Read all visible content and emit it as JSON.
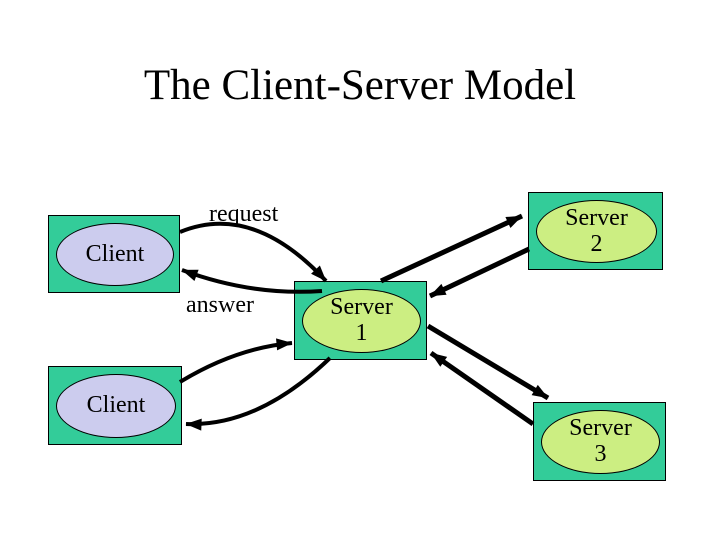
{
  "slide": {
    "title": "The Client-Server Model",
    "edge_labels": {
      "request": "request",
      "answer": "answer"
    },
    "nodes": {
      "client1": {
        "label": "Client"
      },
      "client2": {
        "label": "Client"
      },
      "server1": {
        "name": "Server",
        "number": "1"
      },
      "server2": {
        "name": "Server",
        "number": "2"
      },
      "server3": {
        "name": "Server",
        "number": "3"
      }
    },
    "edges": [
      {
        "from": "client1",
        "to": "server1"
      },
      {
        "from": "server1",
        "to": "client1"
      },
      {
        "from": "client2",
        "to": "server1"
      },
      {
        "from": "server1",
        "to": "client2"
      },
      {
        "from": "server1",
        "to": "server2"
      },
      {
        "from": "server2",
        "to": "server1"
      },
      {
        "from": "server1",
        "to": "server3"
      },
      {
        "from": "server3",
        "to": "server1"
      }
    ],
    "colors": {
      "background": "#FFFFFF",
      "box_fill": "#33CC99",
      "box_border": "#000000",
      "client_ellipse_fill": "#CCCCEE",
      "server_ellipse_fill": "#CCEE82",
      "arrow": "#000000",
      "text": "#000000",
      "title_text": "#000000"
    }
  }
}
